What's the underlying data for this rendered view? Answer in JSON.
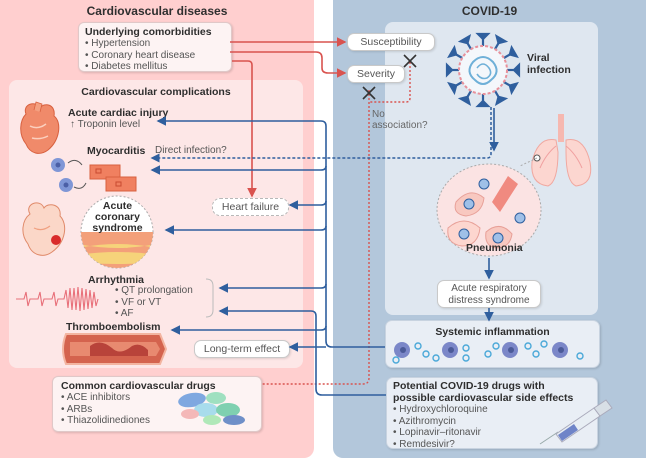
{
  "cardiovascular": {
    "title": "Cardiovascular diseases",
    "comorbidities": {
      "title": "Underlying comorbidities",
      "items": [
        "Hypertension",
        "Coronary heart disease",
        "Diabetes mellitus"
      ]
    },
    "complications": {
      "title": "Cardiovascular complications",
      "acute_cardiac_injury": {
        "title": "Acute cardiac injury",
        "detail": "↑ Troponin level"
      },
      "myocarditis": {
        "title": "Myocarditis",
        "note": "Direct infection?"
      },
      "acs": {
        "title_lines": [
          "Acute",
          "coronary",
          "syndrome"
        ]
      },
      "heart_failure": "Heart failure",
      "arrhythmia": {
        "title": "Arrhythmia",
        "items": [
          "QT prolongation",
          "VF or VT",
          "AF"
        ]
      },
      "thromboembolism": "Thromboembolism",
      "long_term": "Long-term effect"
    },
    "drugs": {
      "title": "Common cardiovascular drugs",
      "items": [
        "ACE inhibitors",
        "ARBs",
        "Thiazolidinediones"
      ]
    }
  },
  "covid": {
    "title": "COVID-19",
    "susceptibility": "Susceptibility",
    "severity": "Severity",
    "no_association": [
      "No",
      "association?"
    ],
    "viral_infection": [
      "Viral",
      "infection"
    ],
    "pneumonia": "Pneumonia",
    "ards": [
      "Acute respiratory",
      "distress syndrome"
    ],
    "systemic_inflammation": "Systemic inflammation",
    "drugs": {
      "title_lines": [
        "Potential COVID-19 drugs with",
        "possible cardiovascular side effects"
      ],
      "items": [
        "Hydroxychloroquine",
        "Azithromycin",
        "Lopinavir–ritonavir",
        "Remdesivir?"
      ]
    }
  },
  "colors": {
    "cv_panel": "#ffcfcf",
    "covid_panel": "#b3c7db",
    "red_arrow": "#d9534f",
    "blue_arrow": "#2f5f9e"
  }
}
